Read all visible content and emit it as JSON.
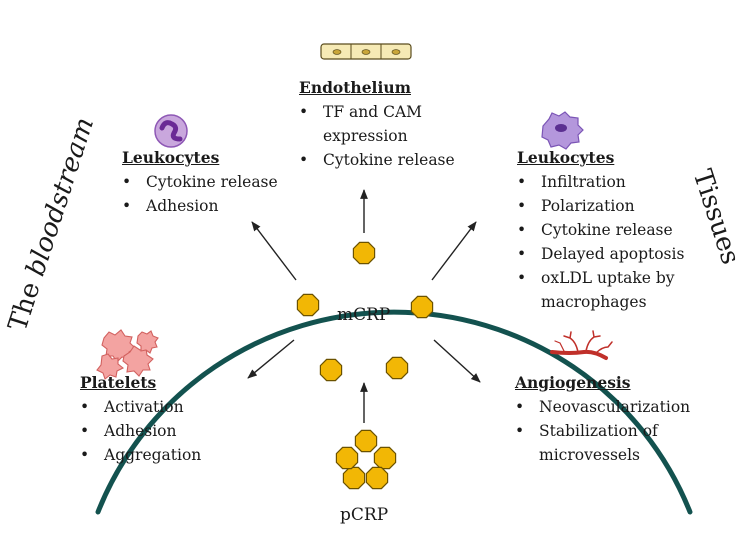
{
  "side_labels": {
    "left_prefix": "The ",
    "left_emphasis": "bloodstream",
    "right": "Tissues"
  },
  "center": {
    "mcrp": "mCRP",
    "pcrp": "pCRP"
  },
  "blocks": {
    "endothelium": {
      "title": "Endothelium",
      "items": [
        "TF and CAM expression",
        "Cytokine release"
      ]
    },
    "leukocytes_blood": {
      "title": "Leukocytes",
      "items": [
        "Cytokine release",
        "Adhesion"
      ]
    },
    "leukocytes_tissue": {
      "title": "Leukocytes",
      "items": [
        "Infiltration",
        "Polarization",
        "Cytokine release",
        "Delayed apoptosis",
        "oxLDL uptake by macrophages"
      ]
    },
    "platelets": {
      "title": "Platelets",
      "items": [
        "Activation",
        "Adhesion",
        "Aggregation"
      ]
    },
    "angiogenesis": {
      "title": "Angiogenesis",
      "items": [
        "Neovascularization",
        "Stabilization of microvessels"
      ]
    }
  },
  "colors": {
    "arc": "#13524f",
    "monomer_fill": "#f2b705",
    "monomer_stroke": "#6b5200",
    "leukocyte_blood": "#8e58b5",
    "leukocyte_tissue": "#9c7ad0",
    "platelet": "#e8807f",
    "vessel": "#c0302a",
    "endothelium": "#f6eab5"
  },
  "icons": [
    "endothelium-icon",
    "leukocyte-icon",
    "macrophage-icon",
    "platelets-icon",
    "blood-vessel-icon"
  ]
}
